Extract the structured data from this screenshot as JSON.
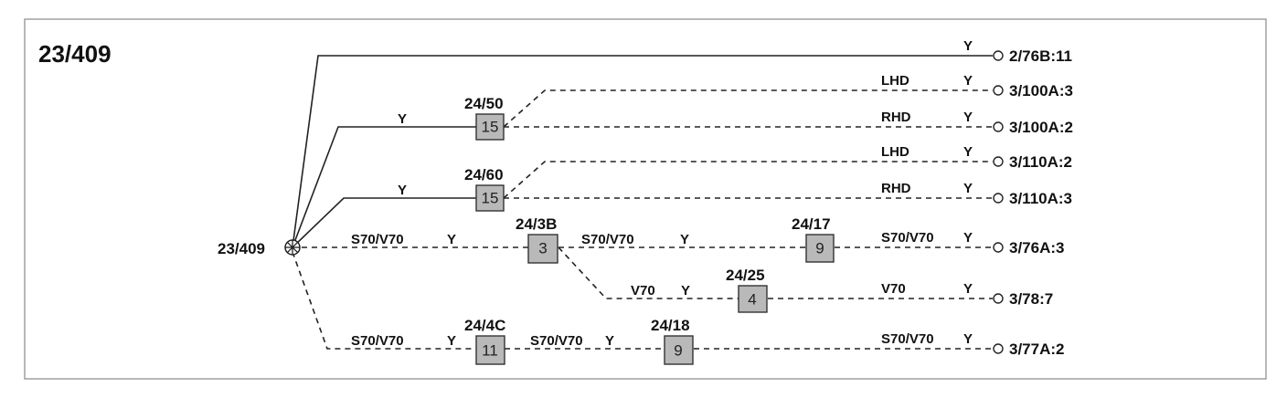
{
  "title": "23/409",
  "source": {
    "label": "23/409"
  },
  "wire_color": "Y",
  "connectors": [
    {
      "name": "24/50",
      "pin": "15"
    },
    {
      "name": "24/60",
      "pin": "15"
    },
    {
      "name": "24/3B",
      "pin": "3"
    },
    {
      "name": "24/17",
      "pin": "9"
    },
    {
      "name": "24/25",
      "pin": "4"
    },
    {
      "name": "24/4C",
      "pin": "11"
    },
    {
      "name": "24/18",
      "pin": "9"
    }
  ],
  "terminals": [
    {
      "label": "2/76B:11",
      "wire": "Y"
    },
    {
      "label": "3/100A:3",
      "variant": "LHD",
      "wire": "Y"
    },
    {
      "label": "3/100A:2",
      "variant": "RHD",
      "wire": "Y"
    },
    {
      "label": "3/110A:2",
      "variant": "LHD",
      "wire": "Y"
    },
    {
      "label": "3/110A:3",
      "variant": "RHD",
      "wire": "Y"
    },
    {
      "label": "3/76A:3",
      "variant": "S70/V70",
      "wire": "Y"
    },
    {
      "label": "3/78:7",
      "variant": "V70",
      "wire": "Y"
    },
    {
      "label": "3/77A:2",
      "variant": "S70/V70",
      "wire": "Y"
    }
  ],
  "segment_labels": {
    "row5_a_variant": "S70/V70",
    "row5_a_wire": "Y",
    "row5_b_variant": "S70/V70",
    "row5_b_wire": "Y",
    "row6_variant": "V70",
    "row6_wire": "Y",
    "row7_a_variant": "S70/V70",
    "row7_a_wire": "Y",
    "row7_b_variant": "S70/V70",
    "row7_b_wire": "Y",
    "branch50_wire": "Y",
    "branch60_wire": "Y"
  },
  "colors": {
    "line": "#222222",
    "box_fill": "#b9b9b9",
    "frame": "#888888"
  }
}
